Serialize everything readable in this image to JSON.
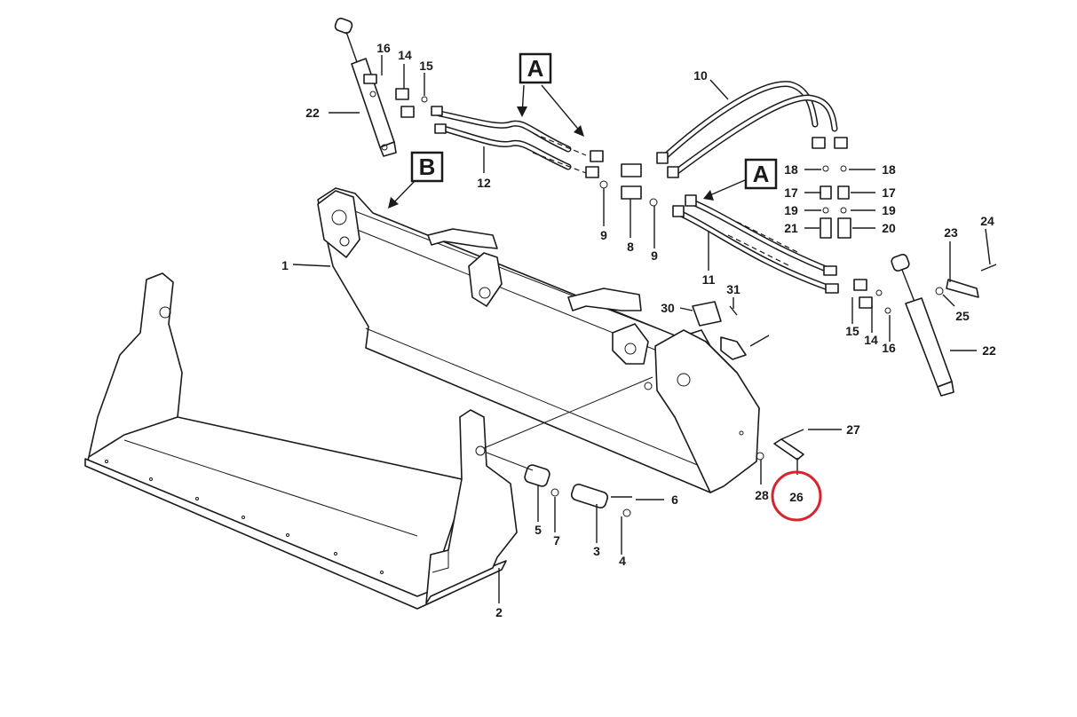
{
  "diagram": {
    "callouts": [
      {
        "id": "1",
        "text": "1"
      },
      {
        "id": "2",
        "text": "2"
      },
      {
        "id": "3",
        "text": "3"
      },
      {
        "id": "4",
        "text": "4"
      },
      {
        "id": "5",
        "text": "5"
      },
      {
        "id": "6",
        "text": "6"
      },
      {
        "id": "7",
        "text": "7"
      },
      {
        "id": "8",
        "text": "8"
      },
      {
        "id": "9a",
        "text": "9"
      },
      {
        "id": "9b",
        "text": "9"
      },
      {
        "id": "10",
        "text": "10"
      },
      {
        "id": "11",
        "text": "11"
      },
      {
        "id": "12",
        "text": "12"
      },
      {
        "id": "14a",
        "text": "14"
      },
      {
        "id": "14b",
        "text": "14"
      },
      {
        "id": "15a",
        "text": "15"
      },
      {
        "id": "15b",
        "text": "15"
      },
      {
        "id": "16a",
        "text": "16"
      },
      {
        "id": "16b",
        "text": "16"
      },
      {
        "id": "17a",
        "text": "17"
      },
      {
        "id": "17b",
        "text": "17"
      },
      {
        "id": "18a",
        "text": "18"
      },
      {
        "id": "18b",
        "text": "18"
      },
      {
        "id": "19a",
        "text": "19"
      },
      {
        "id": "19b",
        "text": "19"
      },
      {
        "id": "20",
        "text": "20"
      },
      {
        "id": "21",
        "text": "21"
      },
      {
        "id": "22a",
        "text": "22"
      },
      {
        "id": "22b",
        "text": "22"
      },
      {
        "id": "23",
        "text": "23"
      },
      {
        "id": "24",
        "text": "24"
      },
      {
        "id": "25",
        "text": "25"
      },
      {
        "id": "26",
        "text": "26"
      },
      {
        "id": "27",
        "text": "27"
      },
      {
        "id": "28",
        "text": "28"
      },
      {
        "id": "30",
        "text": "30"
      },
      {
        "id": "31",
        "text": "31"
      }
    ],
    "views": [
      {
        "id": "A1",
        "text": "A"
      },
      {
        "id": "A2",
        "text": "A"
      },
      {
        "id": "B",
        "text": "B"
      }
    ],
    "highlight": {
      "target": "26",
      "color": "#d9232e"
    }
  }
}
